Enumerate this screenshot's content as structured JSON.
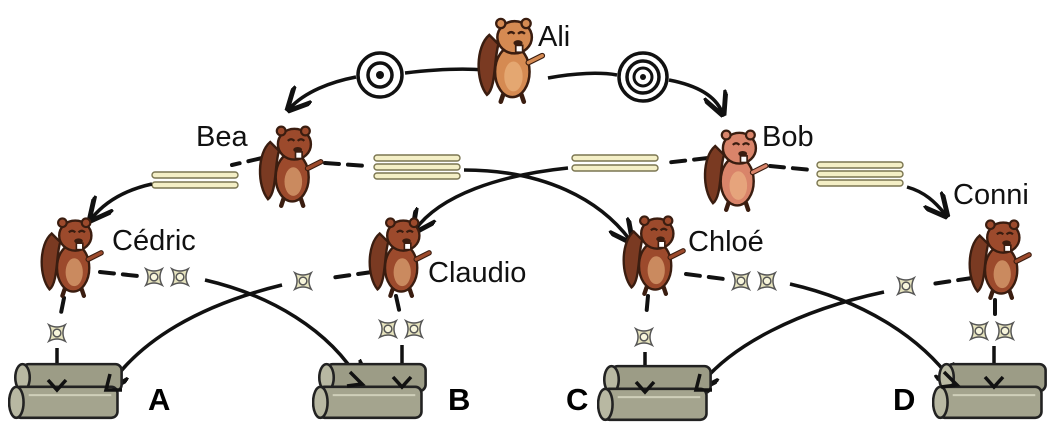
{
  "people": {
    "ali": "Ali",
    "bea": "Bea",
    "bob": "Bob",
    "cedric": "Cédric",
    "claudio": "Claudio",
    "chloe": "Chloé",
    "conni": "Conni"
  },
  "bins": {
    "a": "A",
    "b": "B",
    "c": "C",
    "d": "D"
  },
  "colors": {
    "beaver_light": "#d58a52",
    "beaver_dark": "#9c4a2c",
    "beaver_pink": "#d9846a",
    "log": "#9c9c86",
    "plank": "#f4efc6",
    "token": "#e7e4be"
  },
  "icons": {
    "ali_gift_bea": "small-spiral-icon",
    "ali_gift_bob": "large-spiral-icon",
    "level2_gift": "planks-icon",
    "level3_gift": "star-token-icon",
    "bins": "log-pile-icon"
  }
}
